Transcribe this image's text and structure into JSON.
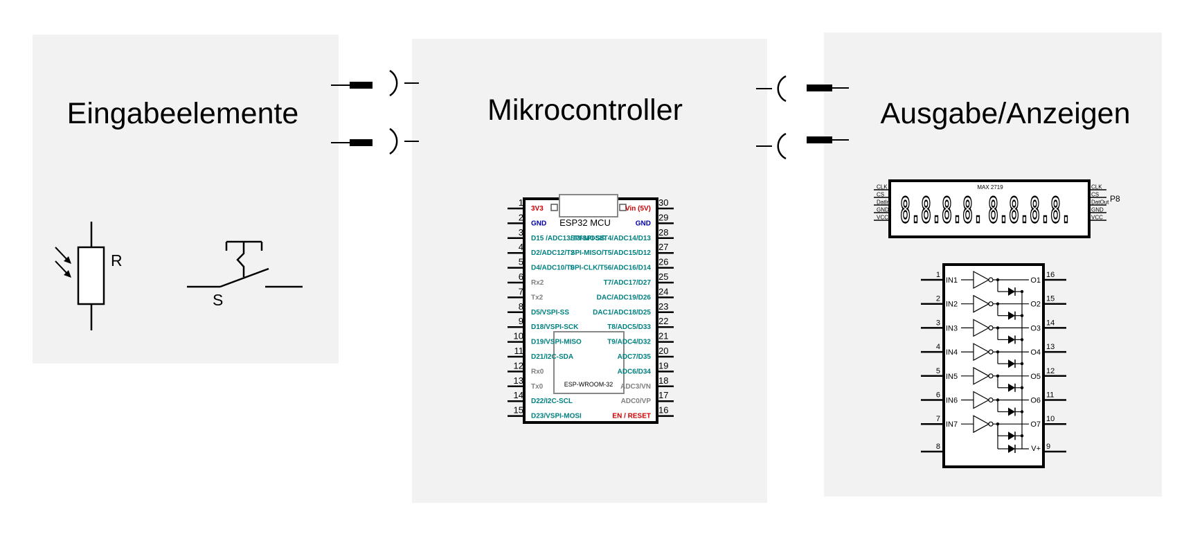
{
  "panels": {
    "input": {
      "title": "Eingabeelemente"
    },
    "mcu": {
      "title": "Mikrocontroller"
    },
    "output": {
      "title": "Ausgabe/Anzeigen"
    }
  },
  "components": {
    "ldr_label": "R",
    "switch_label": "S",
    "esp32": {
      "title": "ESP32 MCU",
      "module": "ESP-WROOM-32",
      "left_pins": [
        {
          "n": "1",
          "label": "3V3",
          "color": "#cc0000"
        },
        {
          "n": "2",
          "label": "GND",
          "color": "#0000aa"
        },
        {
          "n": "3",
          "label": "D15 /ADC13/T3/SPI-SS",
          "color": "#008080"
        },
        {
          "n": "4",
          "label": "D2/ADC12/T2",
          "color": "#008080"
        },
        {
          "n": "5",
          "label": "D4/ADC10/T0",
          "color": "#008080"
        },
        {
          "n": "6",
          "label": "Rx2",
          "color": "#808080"
        },
        {
          "n": "7",
          "label": "Tx2",
          "color": "#808080"
        },
        {
          "n": "8",
          "label": "D5/VSPI-SS",
          "color": "#008080"
        },
        {
          "n": "9",
          "label": "D18/VSPI-SCK",
          "color": "#008080"
        },
        {
          "n": "10",
          "label": "D19/VSPI-MISO",
          "color": "#008080"
        },
        {
          "n": "11",
          "label": "D21/I2C-SDA",
          "color": "#008080"
        },
        {
          "n": "12",
          "label": "Rx0",
          "color": "#808080"
        },
        {
          "n": "13",
          "label": "Tx0",
          "color": "#808080"
        },
        {
          "n": "14",
          "label": "D22/I2C-SCL",
          "color": "#008080"
        },
        {
          "n": "15",
          "label": "D23/VSPI-MOSI",
          "color": "#008080"
        }
      ],
      "right_pins": [
        {
          "n": "30",
          "label": "Vin (5V)",
          "color": "#cc0000"
        },
        {
          "n": "29",
          "label": "GND",
          "color": "#0000aa"
        },
        {
          "n": "28",
          "label": "SPI-MOSI/T4/ADC14/D13",
          "color": "#008080"
        },
        {
          "n": "27",
          "label": "SPI-MISO/T5/ADC15/D12",
          "color": "#008080"
        },
        {
          "n": "26",
          "label": "SPI-CLK/T56/ADC16/D14",
          "color": "#008080"
        },
        {
          "n": "25",
          "label": "T7/ADC17/D27",
          "color": "#008080"
        },
        {
          "n": "24",
          "label": "DAC/ADC19/D26",
          "color": "#008080"
        },
        {
          "n": "23",
          "label": "DAC1/ADC18/D25",
          "color": "#008080"
        },
        {
          "n": "22",
          "label": "T8/ADC5/D33",
          "color": "#008080"
        },
        {
          "n": "21",
          "label": "T9/ADC4/D32",
          "color": "#008080"
        },
        {
          "n": "20",
          "label": "ADC7/D35",
          "color": "#008080"
        },
        {
          "n": "19",
          "label": "ADC6/D34",
          "color": "#008080"
        },
        {
          "n": "18",
          "label": "ADC3/VN",
          "color": "#808080"
        },
        {
          "n": "17",
          "label": "ADC0/VP",
          "color": "#808080"
        },
        {
          "n": "16",
          "label": "EN / RESET",
          "color": "#cc0000"
        }
      ]
    },
    "display": {
      "chip": "MAX 2719",
      "digits_a": "8.8.8.8.",
      "digits_b": "8.8.8.8.",
      "left_pins": [
        "CLK",
        "CS",
        "DatIn",
        "GND",
        "VCC"
      ],
      "right_pins": [
        "CLK",
        "CS",
        "DatOut",
        "GND",
        "VCC"
      ],
      "right_extra": "P8"
    },
    "driver": {
      "rows": [
        {
          "ln": "1",
          "in": "IN1",
          "out": "O1",
          "rn": "16"
        },
        {
          "ln": "2",
          "in": "IN2",
          "out": "O2",
          "rn": "15"
        },
        {
          "ln": "3",
          "in": "IN3",
          "out": "O3",
          "rn": "14"
        },
        {
          "ln": "4",
          "in": "IN4",
          "out": "O4",
          "rn": "13"
        },
        {
          "ln": "5",
          "in": "IN5",
          "out": "O5",
          "rn": "12"
        },
        {
          "ln": "6",
          "in": "IN6",
          "out": "O6",
          "rn": "11"
        },
        {
          "ln": "7",
          "in": "IN7",
          "out": "O7",
          "rn": "10"
        }
      ],
      "last_left": "8",
      "last_right": "9",
      "vplus": "V+"
    }
  },
  "colors": {
    "panel": "#f2f2f2",
    "line": "#000000",
    "module": "#888888"
  }
}
